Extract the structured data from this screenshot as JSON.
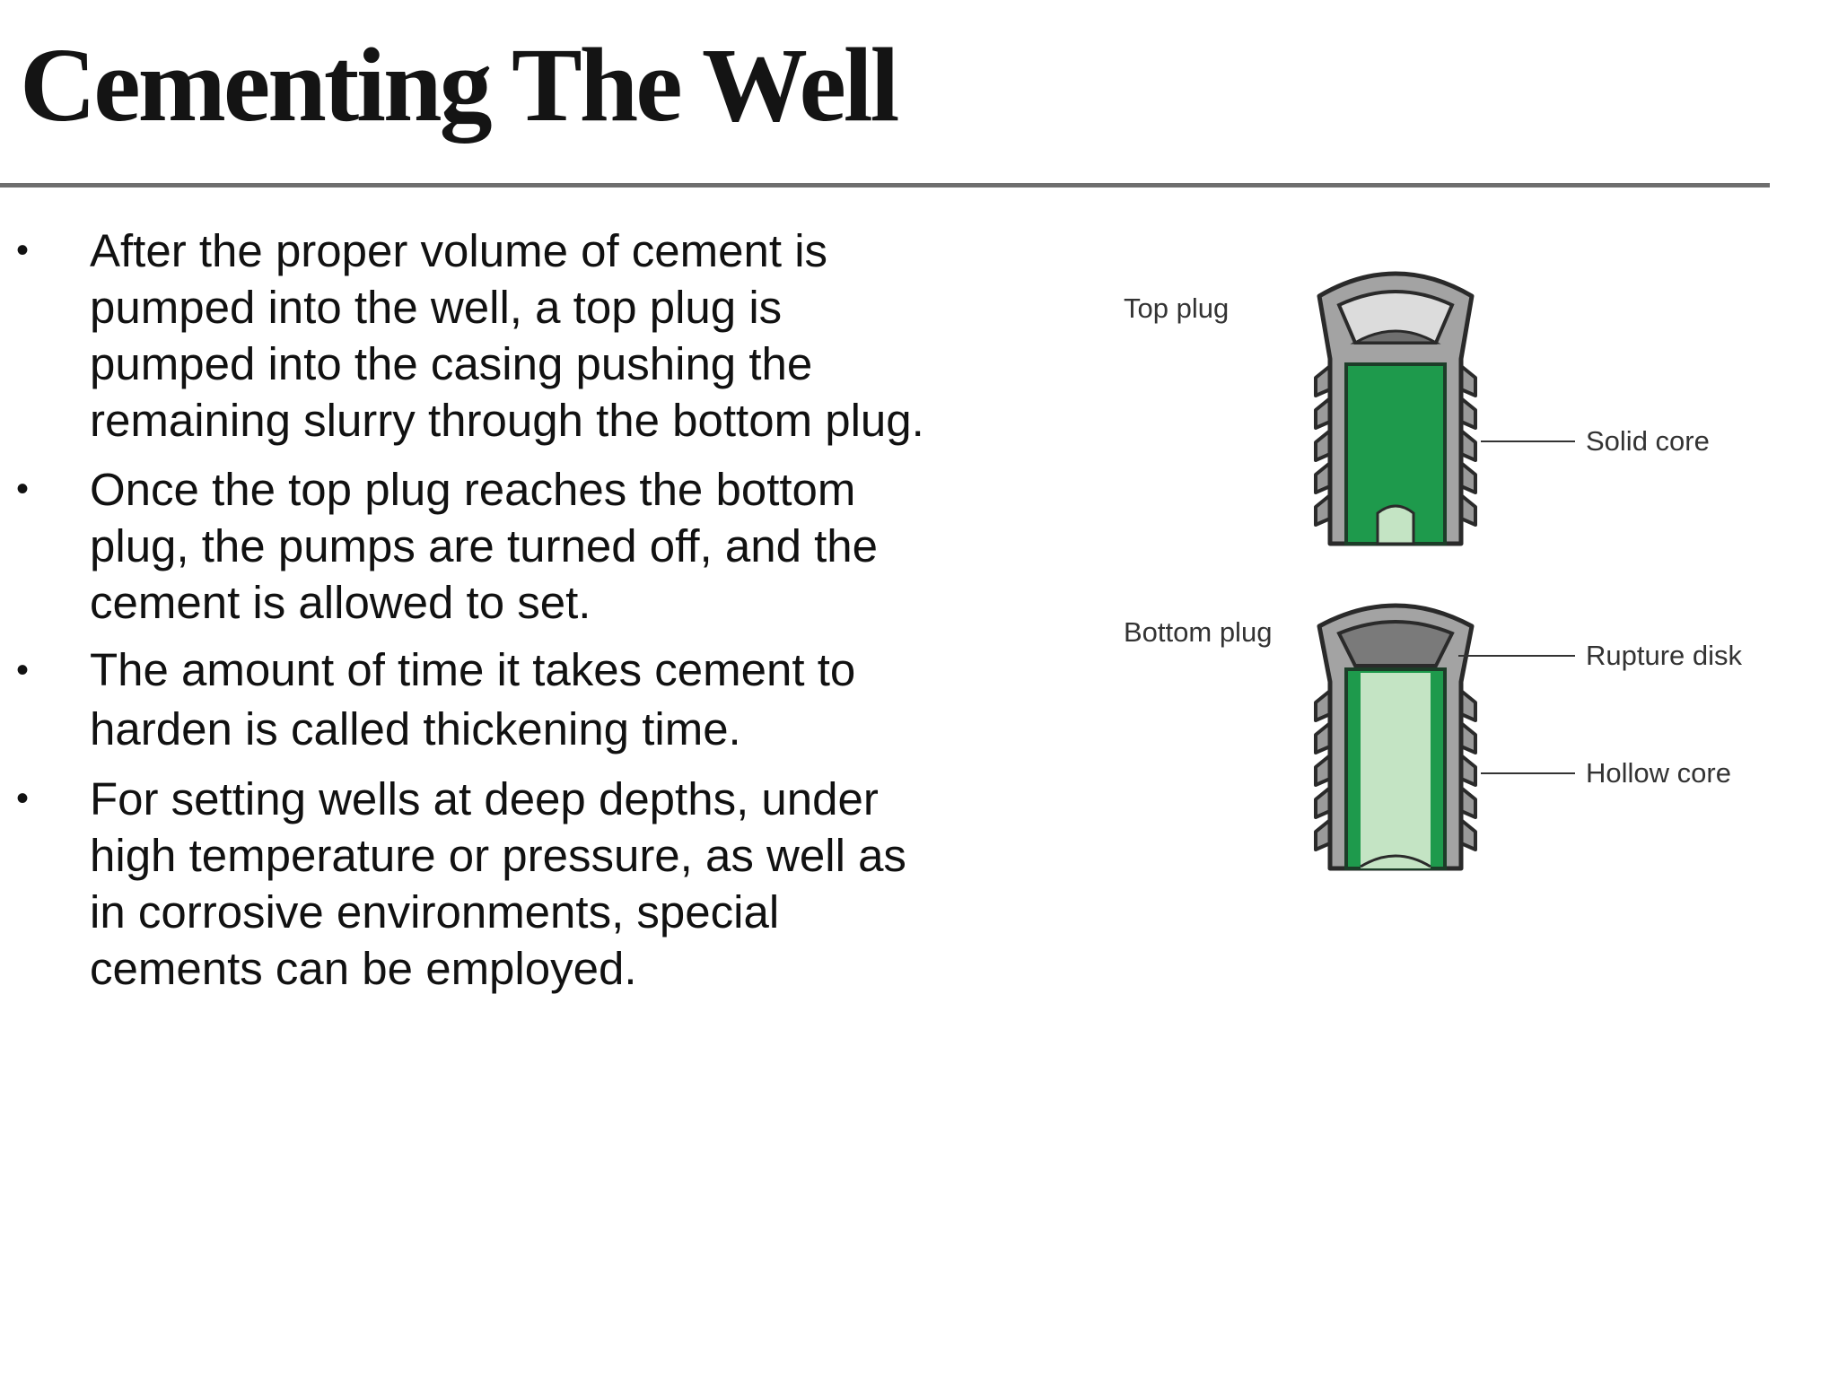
{
  "slide": {
    "title": "Cementing The Well",
    "bullets": [
      "After the proper volume of cement is pumped into the well, a top plug is pumped into the casing pushing the remaining slurry through the bottom plug.",
      "Once the top plug reaches the bottom plug, the pumps are turned off, and the cement is allowed to set.",
      "The amount of time it takes cement to harden is called thickening time.",
      "For setting wells at deep depths, under high temperature or pressure, as well as in corrosive environments, special cements can be employed."
    ]
  },
  "diagram": {
    "labels": {
      "top_plug": "Top plug",
      "bottom_plug": "Bottom plug",
      "solid_core": "Solid core",
      "rupture_disk": "Rupture disk",
      "hollow_core": "Hollow core"
    },
    "colors": {
      "solid_core": "#1e9a4c",
      "hollow_core": "#c4e4c4",
      "casing": "#a3a3a3",
      "outline": "#2a2a2a"
    }
  }
}
